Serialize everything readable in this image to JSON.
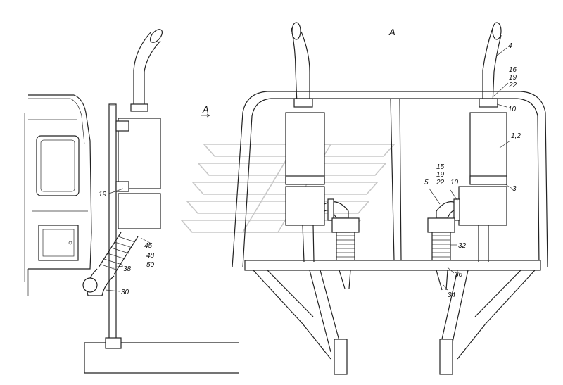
{
  "view_labels": [
    "А",
    "А"
  ],
  "callouts": {
    "left": [
      "19",
      "45",
      "48",
      "50",
      "38",
      "30"
    ],
    "right": [
      "4",
      "16",
      "19",
      "22",
      "10",
      "1,2",
      "3",
      "15",
      "19",
      "22",
      "10",
      "5",
      "32",
      "36",
      "34"
    ]
  }
}
